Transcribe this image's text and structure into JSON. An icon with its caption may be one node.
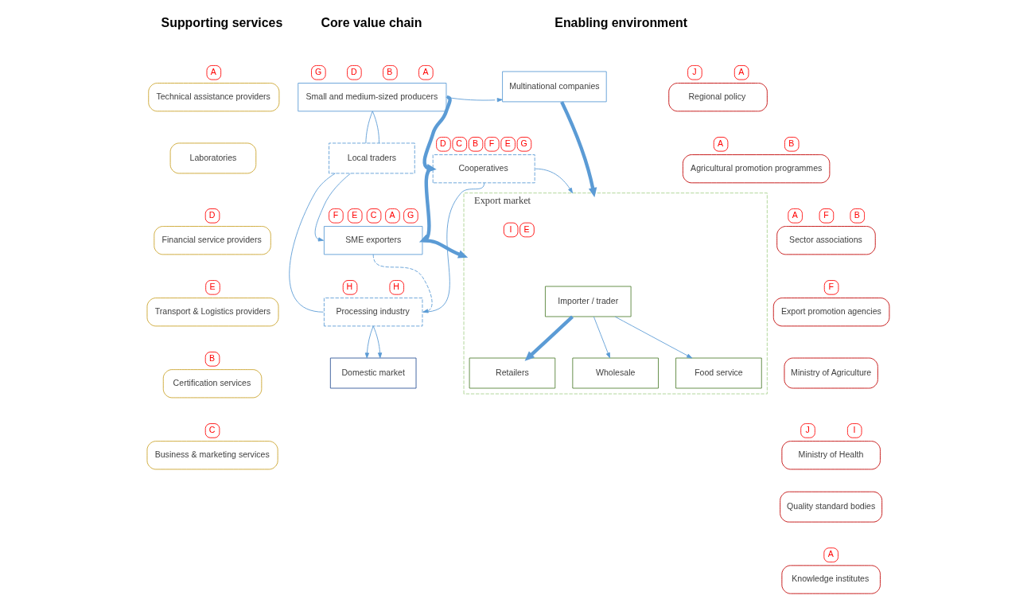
{
  "diagram": {
    "nodes": [
      {
        "text": [
          "Technical assistance providers"
        ],
        "beside": [
          "A"
        ]
      },
      {
        "text": [
          "Laboratories"
        ]
      },
      {
        "text": [
          "Financial service providers"
        ],
        "beside": [
          "D"
        ]
      },
      {
        "text": [
          "Transport & Logistics providers"
        ],
        "beside": [
          "E"
        ]
      },
      {
        "text": [
          "Certification services"
        ],
        "beside": [
          "B"
        ]
      },
      {
        "text": [
          "Business & marketing services"
        ],
        "beside": [
          "C"
        ]
      },
      {
        "text": [
          "Multinational companies"
        ]
      },
      {
        "text": [
          "Small and medium-sized producers"
        ],
        "beside": [
          "G",
          "D",
          "B",
          "A"
        ]
      },
      {
        "text": [
          "Local traders"
        ]
      },
      {
        "text": [
          "Cooperatives"
        ],
        "beside": [
          "D",
          "C",
          "B",
          "F",
          "E",
          "G"
        ]
      },
      {
        "text": [
          "SME exporters"
        ],
        "beside": [
          "F",
          "E",
          "C",
          "A",
          "G"
        ]
      },
      {
        "text": [
          "Export market"
        ],
        "beside": [
          "I",
          "E"
        ]
      },
      {
        "text": [
          "Importer / trader"
        ],
        "in": 11
      },
      {
        "text": [
          "Retailers"
        ],
        "in": 11
      },
      {
        "text": [
          "Wholesale"
        ],
        "in": 11
      },
      {
        "text": [
          "Food service"
        ],
        "in": 11
      },
      {
        "text": [
          "Processing industry"
        ],
        "beside": [
          "H",
          "H"
        ]
      },
      {
        "text": [
          "Domestic market"
        ]
      },
      {
        "text": [
          "Regional policy"
        ],
        "beside": [
          "J",
          "A"
        ]
      },
      {
        "text": [
          "Agricultural promotion programmes"
        ],
        "beside": [
          "A",
          "B"
        ]
      },
      {
        "text": [
          "Sector associations"
        ],
        "beside": [
          "A",
          "F",
          "B"
        ]
      },
      {
        "text": [
          "Export promotion agencies"
        ],
        "beside": [
          "F"
        ]
      },
      {
        "text": [
          "Ministry of Agriculture"
        ]
      },
      {
        "text": [
          "Ministry of Health"
        ],
        "beside": [
          "J",
          "I"
        ]
      },
      {
        "text": [
          "Quality standard bodies"
        ]
      },
      {
        "text": [
          "Knowledge institutes"
        ],
        "beside": [
          "A"
        ]
      }
    ],
    "edges": [
      {
        "from": 7,
        "to": 6,
        "arrow": "to"
      },
      {
        "from": 7,
        "to": 9,
        "arrow": "to",
        "style": "thick"
      },
      {
        "from": 7,
        "to": 8,
        "arrow": "none"
      },
      {
        "from": 7,
        "to": 8,
        "arrow": "none"
      },
      {
        "from": 8,
        "to": 10,
        "arrow": "to"
      },
      {
        "from": 8,
        "to": 16,
        "arrow": "none"
      },
      {
        "from": 9,
        "to": 10,
        "arrow": "to",
        "style": "thick"
      },
      {
        "from": 9,
        "to": 11,
        "arrow": "to"
      },
      {
        "from": 9,
        "to": 16,
        "arrow": "none"
      },
      {
        "from": 6,
        "to": 11,
        "arrow": "to",
        "style": "thick"
      },
      {
        "from": 10,
        "to": 11,
        "arrow": "to",
        "style": "thick"
      },
      {
        "from": 10,
        "to": 16,
        "arrow": "to",
        "style": "dashed"
      },
      {
        "from": 12,
        "to": 13,
        "arrow": "to",
        "style": "thick"
      },
      {
        "from": 12,
        "to": 14,
        "arrow": "to"
      },
      {
        "from": 12,
        "to": 15,
        "arrow": "to"
      },
      {
        "from": 16,
        "to": 17,
        "arrow": "to"
      },
      {
        "from": 16,
        "to": 17,
        "arrow": "to"
      }
    ],
    "labels": [
      "Supporting services",
      "Core value chain",
      "Enabling environment"
    ]
  }
}
